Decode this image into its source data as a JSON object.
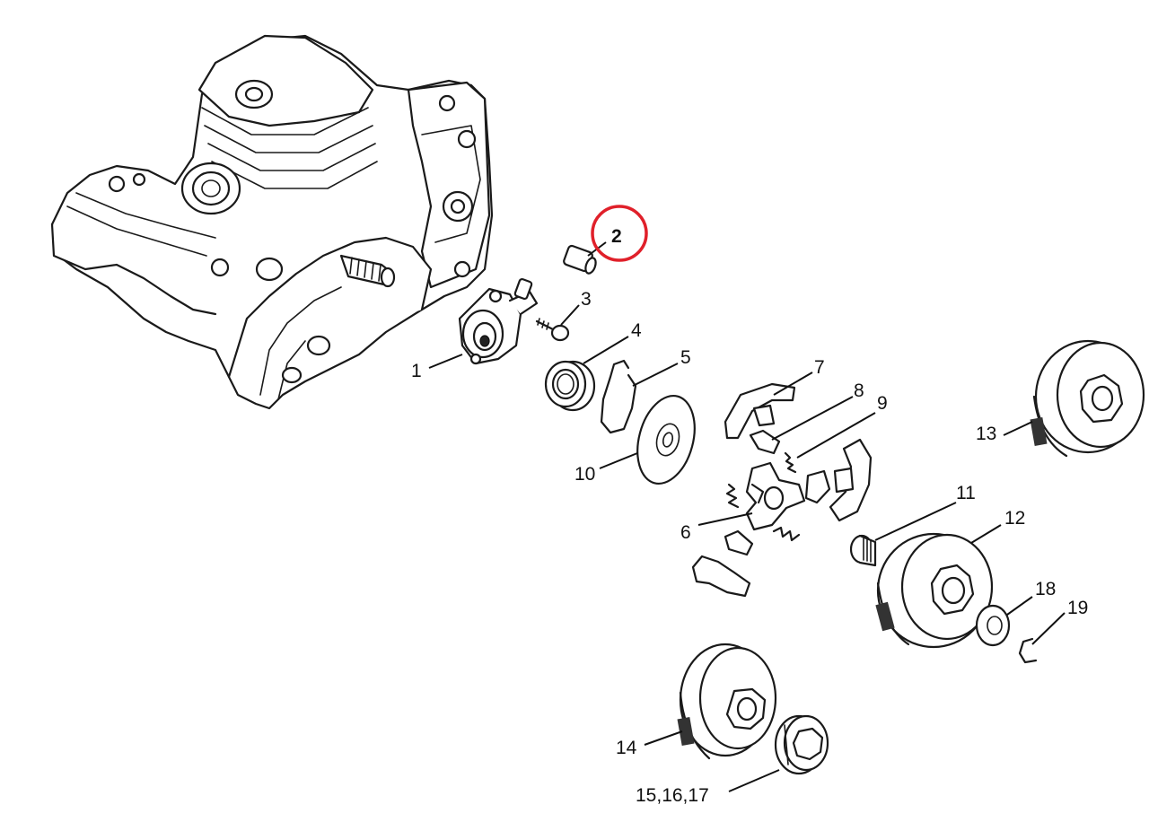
{
  "diagram": {
    "labels": {
      "p1": "1",
      "p2": "2",
      "p3": "3",
      "p4": "4",
      "p5": "5",
      "p6": "6",
      "p7": "7",
      "p8": "8",
      "p9": "9",
      "p10": "10",
      "p11": "11",
      "p12": "12",
      "p13": "13",
      "p14": "14",
      "p15_17": "15,16,17",
      "p18": "18",
      "p19": "19"
    },
    "highlighted_part": "2",
    "highlight_color": "#e0202a"
  }
}
